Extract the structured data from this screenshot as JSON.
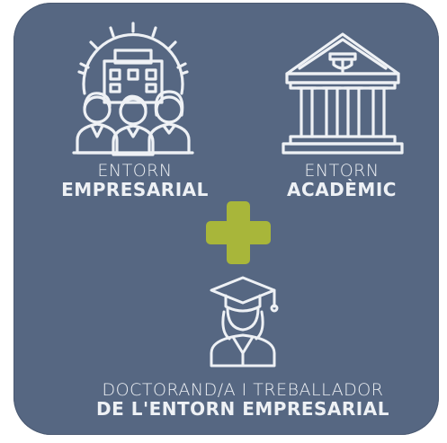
{
  "blocks": {
    "business": {
      "line1": "ENTORN",
      "line2": "EMPRESARIAL",
      "icon": "business-team-factory-icon"
    },
    "academic": {
      "line1": "ENTORN",
      "line2": "ACADÈMIC",
      "icon": "university-building-icon"
    },
    "doctoral": {
      "line1": "DOCTORAND/A I TREBALLADOR",
      "line2": "DE L'ENTORN EMPRESARIAL",
      "icon": "graduate-student-icon"
    }
  },
  "plus_icon": "plus-icon",
  "colors": {
    "background": "#566782",
    "foreground": "#eef1f5",
    "accent": "#a8b63a"
  }
}
